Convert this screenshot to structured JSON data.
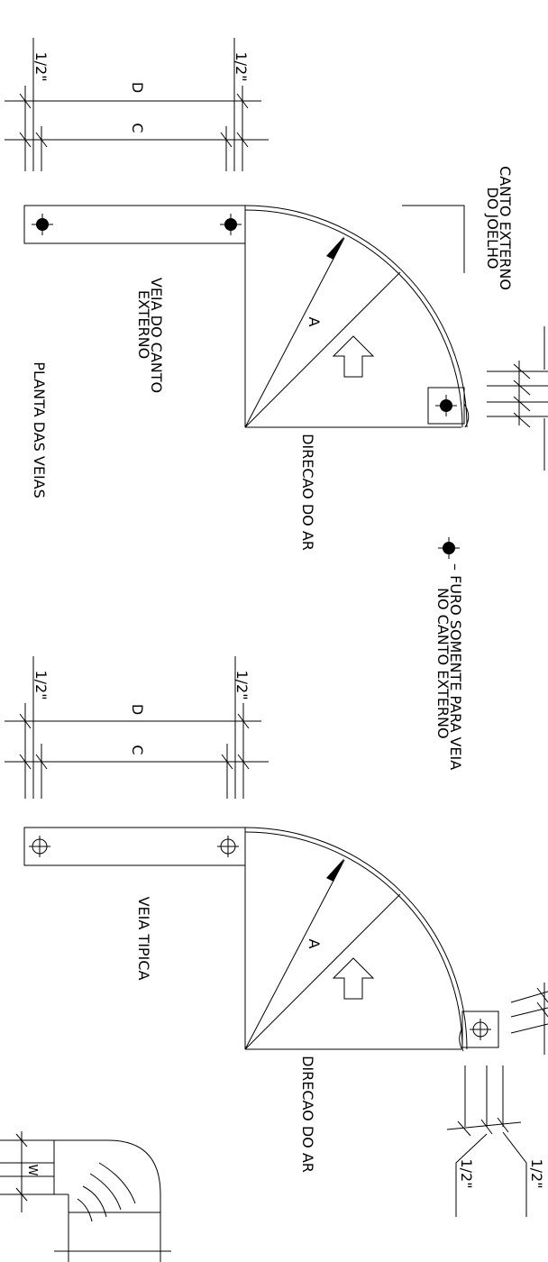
{
  "dims": {
    "half_inch": "1/2\"",
    "d": "D",
    "c": "C",
    "a": "A",
    "w": "W"
  },
  "labels": {
    "canto_line1": "CANTO EXTERNO",
    "canto_line2": "DO JOELHO",
    "veia_canto_line1": "VEIA DO CANTO",
    "veia_canto_line2": "EXTERNO",
    "planta": "PLANTA DAS VEIAS",
    "direcao": "DIRECAO DO AR",
    "furo_line1": "– FURO SOMENTE PARA VEIA",
    "furo_line2": "NO CANTO EXTERNO",
    "veia_tipica": "VEIA TIPICA"
  }
}
